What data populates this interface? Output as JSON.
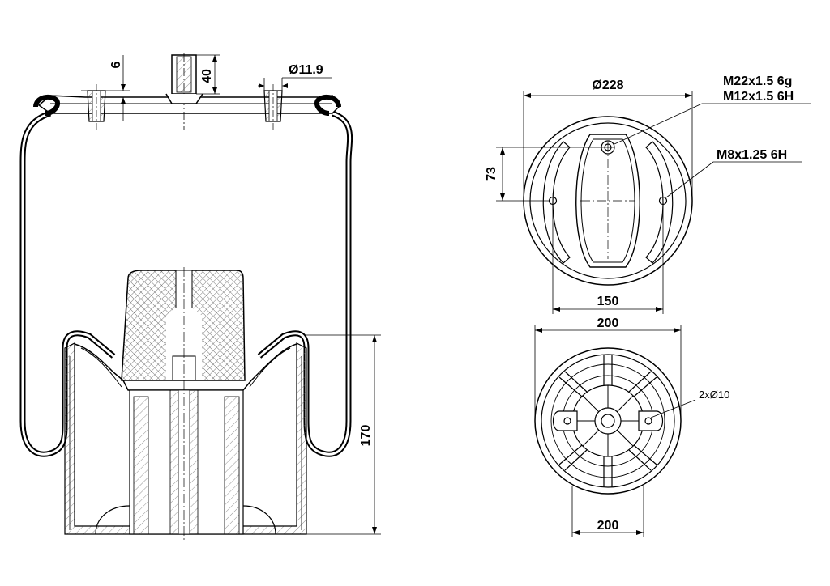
{
  "side_view": {
    "dim_plate_thickness": "6",
    "dim_stud_height": "40",
    "dim_bolt_hole": "Ø11.9",
    "dim_piston_height": "170"
  },
  "top_view": {
    "dim_diameter": "Ø228",
    "dim_stud_offset": "73",
    "dim_bolt_spacing": "150",
    "callout_thread_main": "M22x1.5 6g",
    "callout_thread_inner": "M12x1.5 6H",
    "callout_thread_side": "M8x1.25 6H"
  },
  "bottom_view": {
    "dim_top_width": "200",
    "dim_bottom_width": "200",
    "callout_holes": "2xØ10"
  },
  "colors": {
    "line": "#000000",
    "hatch": "#555555",
    "background": "#ffffff"
  }
}
